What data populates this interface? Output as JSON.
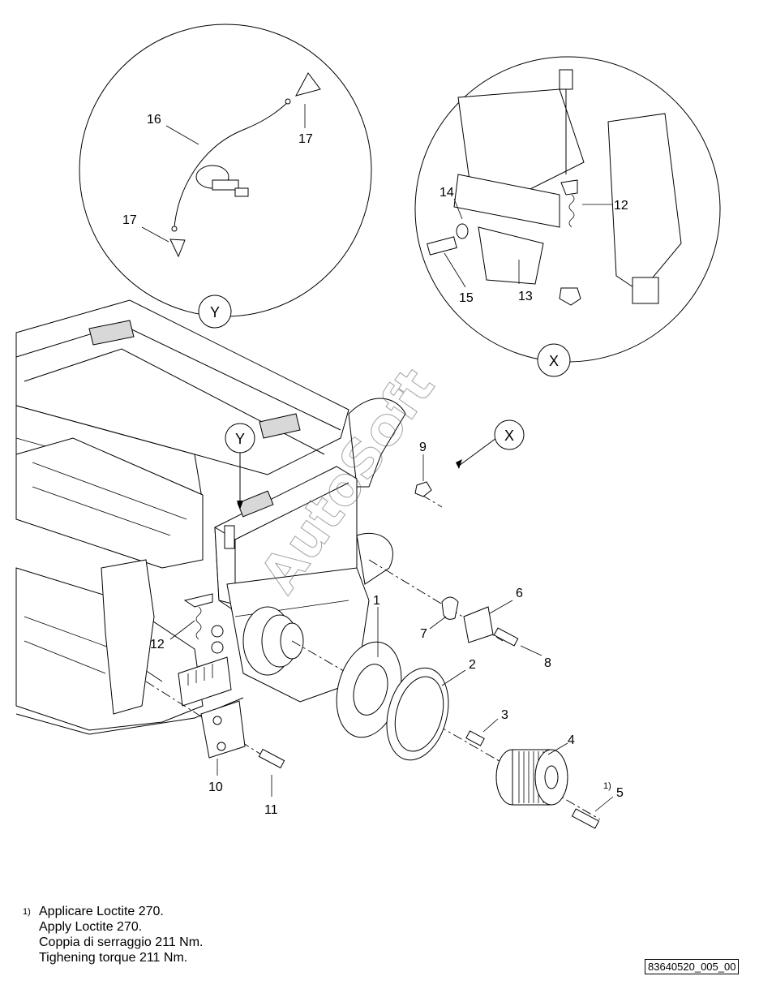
{
  "callouts": {
    "c1": "1",
    "c2": "2",
    "c3": "3",
    "c4": "4",
    "c5": "5",
    "c6": "6",
    "c7": "7",
    "c8": "8",
    "c9": "9",
    "c10": "10",
    "c11": "11",
    "c12a": "12",
    "c12b": "12",
    "c13": "13",
    "c14": "14",
    "c15": "15",
    "c16": "16",
    "c17a": "17",
    "c17b": "17"
  },
  "footnote_marker": "1)",
  "detail_labels": {
    "x_circle": "X",
    "y_circle": "Y",
    "x_pointer": "X",
    "y_pointer": "Y"
  },
  "watermark": "AutoSoft",
  "notes": {
    "marker": "1)",
    "lines": [
      "Applicare Loctite 270.",
      "Apply Loctite 270.",
      "Coppia di serraggio 211 Nm.",
      "Tighening torque 211 Nm."
    ]
  },
  "reference_code": "83640520_005_00"
}
